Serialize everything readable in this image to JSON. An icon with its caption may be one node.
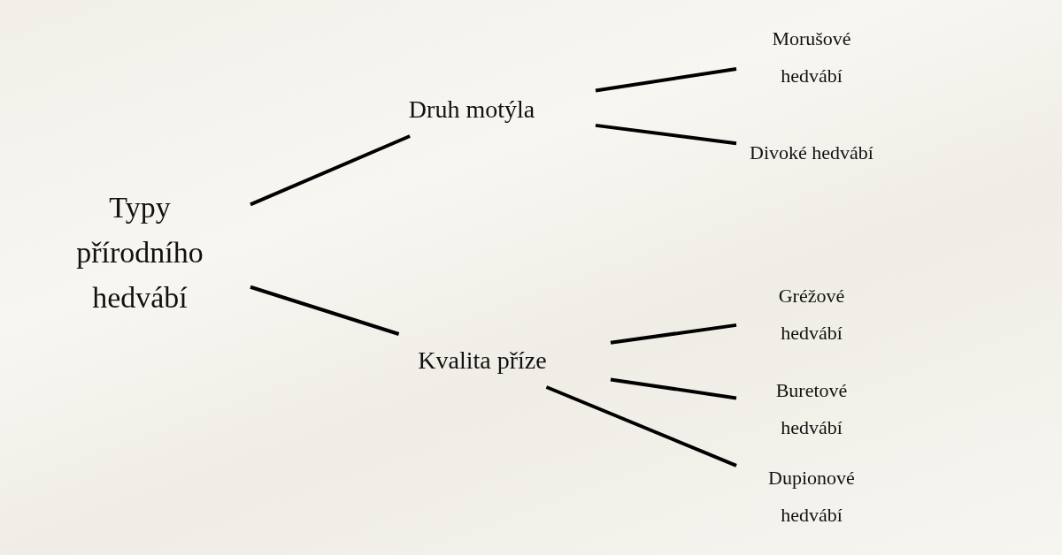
{
  "diagram": {
    "nodes": [
      {
        "text": [
          "Typy přírodního hedvábí"
        ]
      },
      {
        "text": [
          "Druh motýla"
        ]
      },
      {
        "text": [
          "Kvalita příze"
        ]
      },
      {
        "text": [
          "Morušové hedvábí"
        ]
      },
      {
        "text": [
          "Divoké hedvábí"
        ]
      },
      {
        "text": [
          "Gréžové hedvábí"
        ]
      },
      {
        "text": [
          "Buretové hedvábí"
        ]
      },
      {
        "text": [
          "Dupionové hedvábí"
        ]
      }
    ],
    "edges": [
      {
        "from": 0,
        "to": 1,
        "arrow": "none"
      },
      {
        "from": 0,
        "to": 2,
        "arrow": "none"
      },
      {
        "from": 1,
        "to": 3,
        "arrow": "none"
      },
      {
        "from": 1,
        "to": 4,
        "arrow": "none"
      },
      {
        "from": 2,
        "to": 5,
        "arrow": "none"
      },
      {
        "from": 2,
        "to": 6,
        "arrow": "none"
      },
      {
        "from": 2,
        "to": 7,
        "arrow": "none"
      }
    ]
  }
}
